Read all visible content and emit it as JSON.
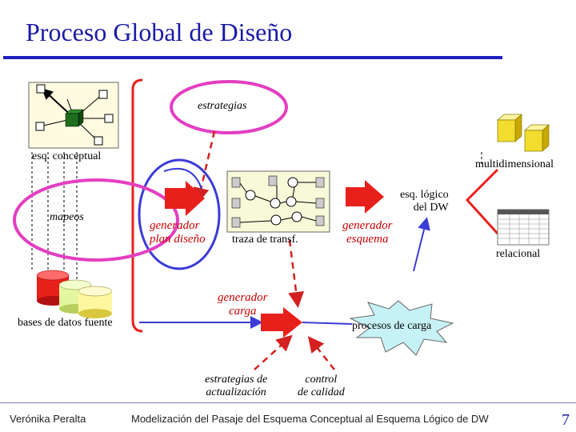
{
  "title": "Proceso Global de Diseño",
  "labels": {
    "estrategias": "estrategias",
    "esq_conceptual": "esq. conceptual",
    "multidimensional": "multidimensional",
    "mapeos": "mapeos",
    "generador_plan_line1": "generador",
    "generador_plan_line2": "plan diseño",
    "traza": "traza de transf.",
    "generador_esquema_line1": "generador",
    "generador_esquema_line2": "esquema",
    "esq_logico_line1": "esq. lógico",
    "esq_logico_line2": "del DW",
    "relacional": "relacional",
    "generador_carga_line1": "generador",
    "generador_carga_line2": "carga",
    "bases_datos": "bases de datos fuente",
    "procesos_carga": "procesos de carga",
    "estrategias_act_line1": "estrategias de",
    "estrategias_act_line2": "actualización",
    "control_line1": "control",
    "control_line2": "de calidad"
  },
  "footer": {
    "author": "Verónika Peralta",
    "subtitle": "Modelización del Pasaje del Esquema Conceptual al Esquema Lógico de DW",
    "page": "7"
  },
  "colors": {
    "title": "#1a1aa6",
    "arrow_red": "#e8201c",
    "pink": "#e33fc0",
    "blue": "#3b3bd6",
    "generator_text": "#cc0000",
    "cube_yellow": "#f2dc2e",
    "burst": "#c6f2f6"
  }
}
